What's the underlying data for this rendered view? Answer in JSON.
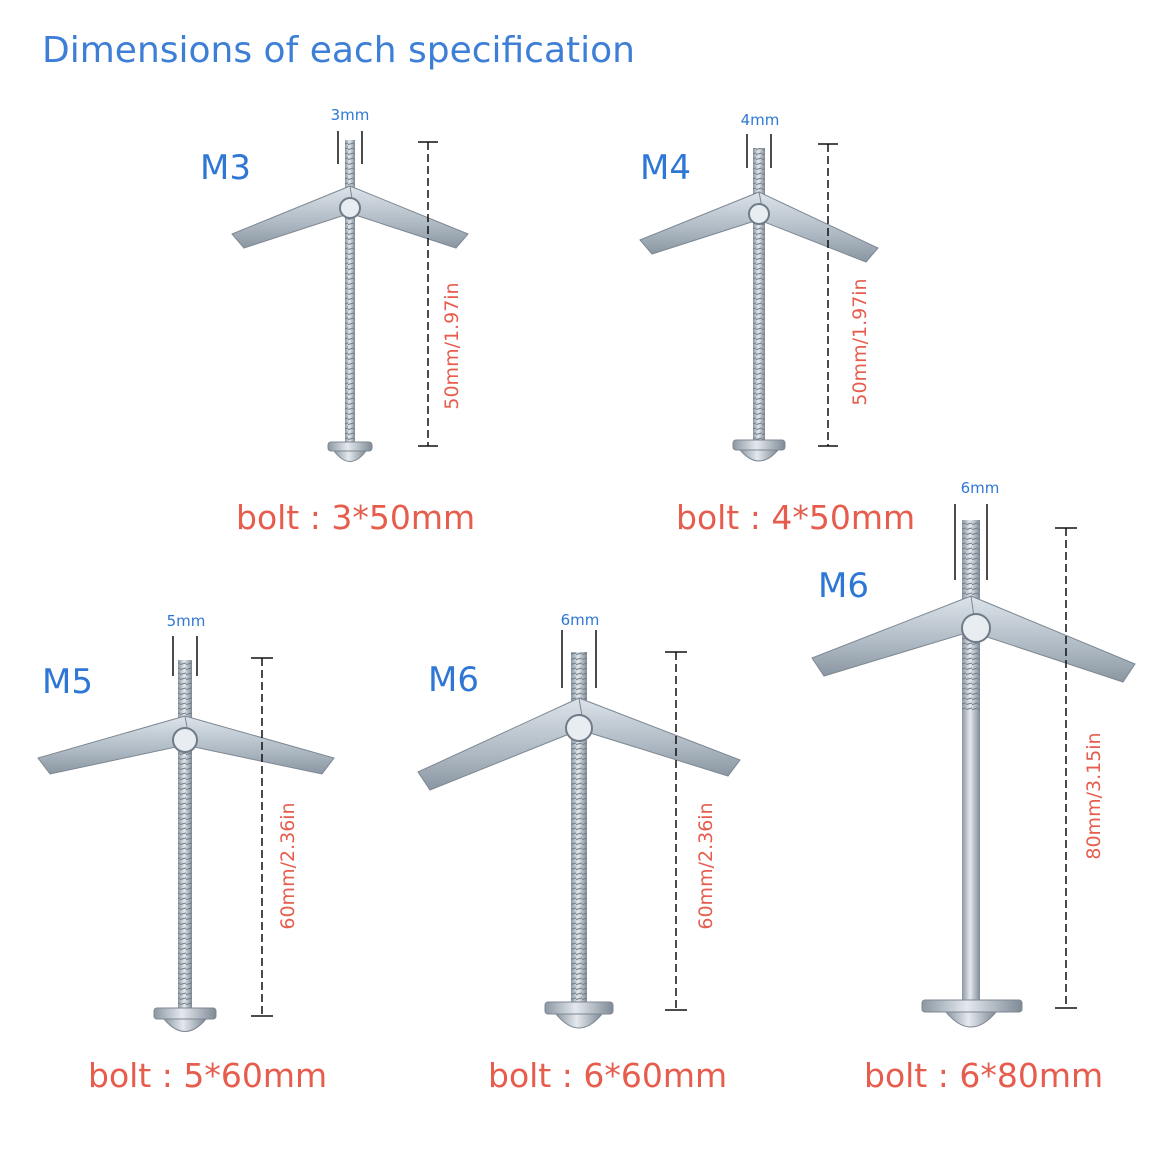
{
  "title": "Dimensions of each specification",
  "colors": {
    "label_blue": "#2f77d4",
    "label_red": "#e65c4d",
    "metal": "#b9c3cc"
  },
  "icons": [
    "toggle-bolt-icon"
  ],
  "specs": [
    {
      "model": "M3",
      "diameter": "3mm",
      "length": "50mm/1.97in",
      "bolt": "bolt : 3*50mm"
    },
    {
      "model": "M4",
      "diameter": "4mm",
      "length": "50mm/1.97in",
      "bolt": "bolt : 4*50mm"
    },
    {
      "model": "M5",
      "diameter": "5mm",
      "length": "60mm/2.36in",
      "bolt": "bolt : 5*60mm"
    },
    {
      "model": "M6",
      "diameter": "6mm",
      "length": "60mm/2.36in",
      "bolt": "bolt : 6*60mm"
    },
    {
      "model": "M6",
      "diameter": "6mm",
      "length": "80mm/3.15in",
      "bolt": "bolt : 6*80mm"
    }
  ]
}
